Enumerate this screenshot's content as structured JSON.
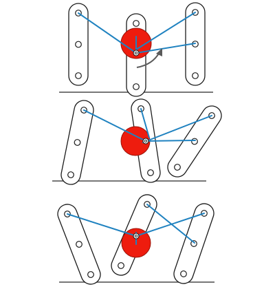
{
  "diagram": {
    "colors": {
      "cable": "#1f82c0",
      "rotor": "#ee1c0e",
      "ground": "#777777",
      "arrow": "#5a5a5a",
      "outline": "#1a1a1a"
    },
    "panels": [
      {
        "id": "panel-1",
        "state": "upright",
        "links": [
          "left-link",
          "center-link",
          "right-link"
        ],
        "rotation_arrow": true
      },
      {
        "id": "panel-2",
        "state": "tilted",
        "links": [
          "left-link",
          "center-link",
          "right-link"
        ],
        "rotation_arrow": false
      },
      {
        "id": "panel-3",
        "state": "tilted",
        "links": [
          "left-link",
          "center-link",
          "right-link"
        ],
        "rotation_arrow": false
      }
    ],
    "icons": [
      "rotation-arrow-icon"
    ]
  }
}
